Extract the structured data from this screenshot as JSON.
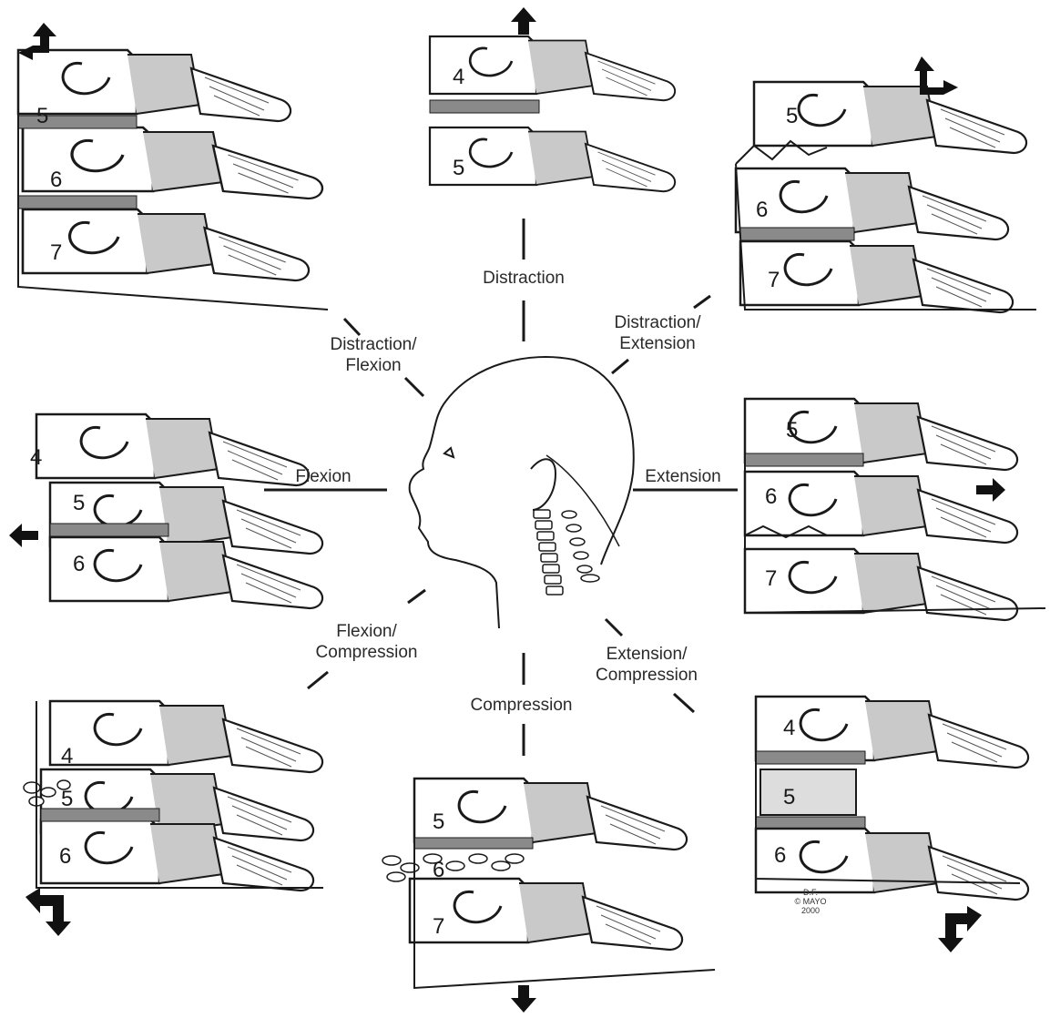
{
  "labels": {
    "distraction": "Distraction",
    "distraction_flexion": [
      "Distraction/",
      "Flexion"
    ],
    "distraction_extension": [
      "Distraction/",
      "Extension"
    ],
    "flexion": "Flexion",
    "extension": "Extension",
    "flexion_compression": [
      "Flexion/",
      "Compression"
    ],
    "compression": "Compression",
    "extension_compression": [
      "Extension/",
      "Compression"
    ]
  },
  "vertebra_numbers": {
    "distraction_flexion": [
      "5",
      "6",
      "7"
    ],
    "distraction": [
      "4",
      "5"
    ],
    "distraction_extension": [
      "5",
      "6",
      "7"
    ],
    "flexion": [
      "4",
      "5",
      "6"
    ],
    "extension": [
      "5",
      "6",
      "7"
    ],
    "flexion_compression": [
      "4",
      "5",
      "6"
    ],
    "compression": [
      "5",
      "6",
      "7"
    ],
    "extension_compression": [
      "4",
      "5",
      "6"
    ]
  },
  "credit": [
    "D.F.",
    "© MAYO",
    "2000"
  ],
  "colors": {
    "line": "#1a1a1a",
    "disc": "#8a8a8a",
    "body_shade": "#c9c9c9",
    "background": "#ffffff"
  }
}
